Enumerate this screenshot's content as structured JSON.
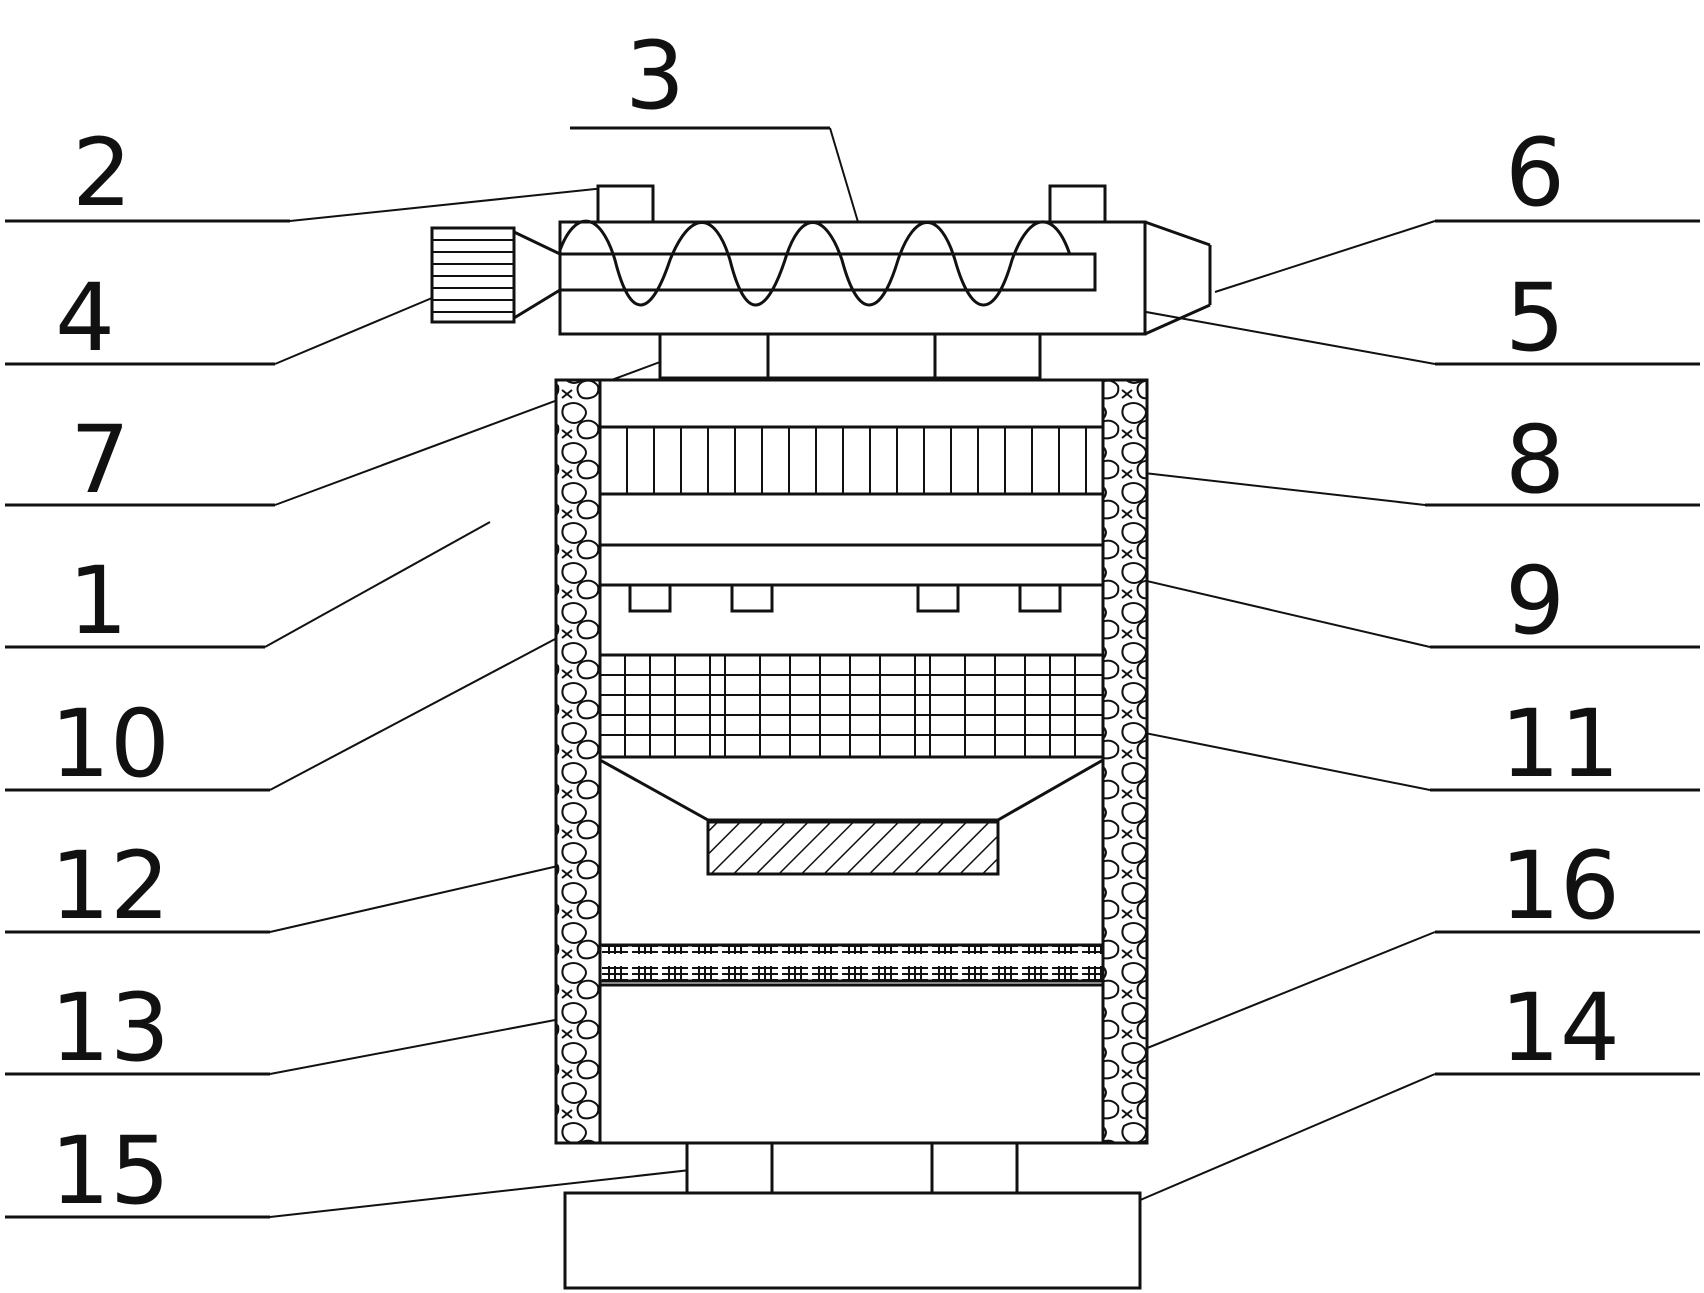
{
  "callouts": [
    {
      "id": "c3",
      "text": "3"
    },
    {
      "id": "c2",
      "text": "2"
    },
    {
      "id": "c6",
      "text": "6"
    },
    {
      "id": "c4",
      "text": "4"
    },
    {
      "id": "c5",
      "text": "5"
    },
    {
      "id": "c7",
      "text": "7"
    },
    {
      "id": "c8",
      "text": "8"
    },
    {
      "id": "c1",
      "text": "1"
    },
    {
      "id": "c9",
      "text": "9"
    },
    {
      "id": "c10",
      "text": "10"
    },
    {
      "id": "c11",
      "text": "11"
    },
    {
      "id": "c12",
      "text": "12"
    },
    {
      "id": "c16",
      "text": "16"
    },
    {
      "id": "c13",
      "text": "13"
    },
    {
      "id": "c14",
      "text": "14"
    },
    {
      "id": "c15",
      "text": "15"
    }
  ]
}
